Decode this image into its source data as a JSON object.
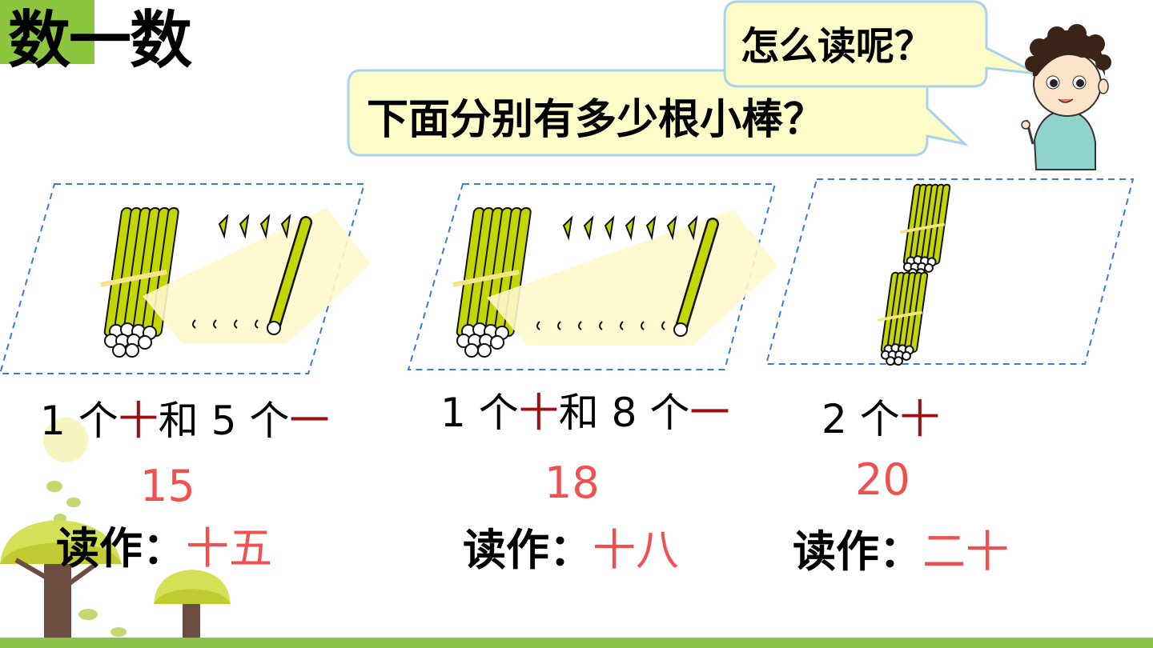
{
  "title": "数一数",
  "bubbles": {
    "question_read": "怎么读呢？",
    "question_count": "下面分别有多少根小棒？"
  },
  "groups": [
    {
      "desc_parts": [
        "1 个",
        "十",
        "和 5 个",
        "一"
      ],
      "number": "15",
      "read_label": "读作：",
      "read_value": "十五",
      "bundles": 1,
      "singles": 5
    },
    {
      "desc_parts": [
        "1 个",
        "十",
        "和 8 个",
        "一"
      ],
      "number": "18",
      "read_label": "读作：",
      "read_value": "十八",
      "bundles": 1,
      "singles": 8
    },
    {
      "desc_parts": [
        "2 个",
        "十",
        "",
        ""
      ],
      "number": "20",
      "read_label": "读作：",
      "read_value": "二十",
      "bundles": 2,
      "singles": 0
    }
  ],
  "colors": {
    "accent_green": "#8cc63f",
    "stick_green": "#c4d600",
    "bubble_fill": "#fdfcc8",
    "bubble_border": "#a9d2ef",
    "dashed_border": "#3a7bd5",
    "number_red": "#f05050",
    "unit_red": "#9b1111",
    "ground_green": "#8bc34a"
  },
  "icons": [
    "boy-character-icon",
    "tree-icon",
    "stick-bundle-icon",
    "single-stick-icon"
  ]
}
